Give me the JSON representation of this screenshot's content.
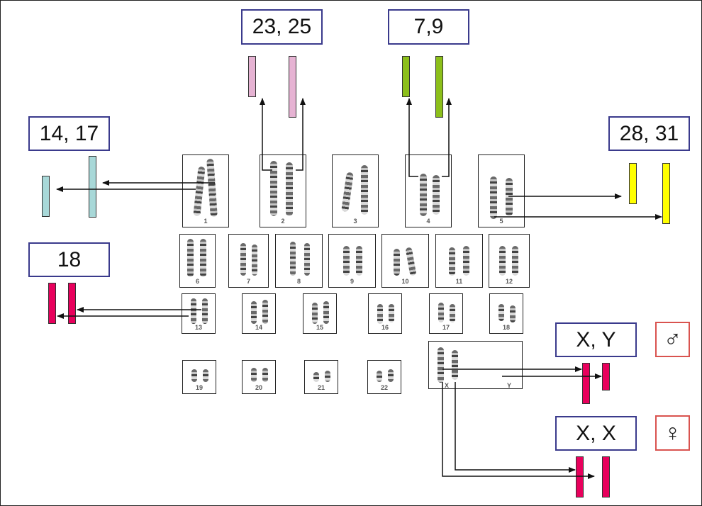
{
  "diagram": {
    "description": "Human karyotype with chromosome pairs mapped to other karyotype numbers",
    "labels": [
      {
        "id": "label-1",
        "text": "14, 17",
        "color": "#a8d8d8",
        "source_chromosome": "1"
      },
      {
        "id": "label-2",
        "text": "23, 25",
        "color": "#e6b3d3",
        "source_chromosome": "2"
      },
      {
        "id": "label-4",
        "text": "7,9",
        "color": "#8cbf1a",
        "source_chromosome": "4"
      },
      {
        "id": "label-5",
        "text": "28, 31",
        "color": "#ffff00",
        "source_chromosome": "5"
      },
      {
        "id": "label-13",
        "text": "18",
        "color": "#e8005c",
        "source_chromosome": "13"
      },
      {
        "id": "label-xy",
        "text": "X, Y",
        "color": "#e8005c",
        "source_chromosome": "X"
      },
      {
        "id": "label-xx",
        "text": "X, X",
        "color": "#e8005c",
        "source_chromosome": "X"
      }
    ],
    "sex_symbols": {
      "male": "♂",
      "female": "♀"
    },
    "chromosome_numbers": [
      "1",
      "2",
      "3",
      "4",
      "5",
      "6",
      "7",
      "8",
      "9",
      "10",
      "11",
      "12",
      "13",
      "14",
      "15",
      "16",
      "17",
      "18",
      "19",
      "20",
      "21",
      "22"
    ],
    "sex_chromosome_labels": {
      "x": "X",
      "y": "Y"
    }
  }
}
